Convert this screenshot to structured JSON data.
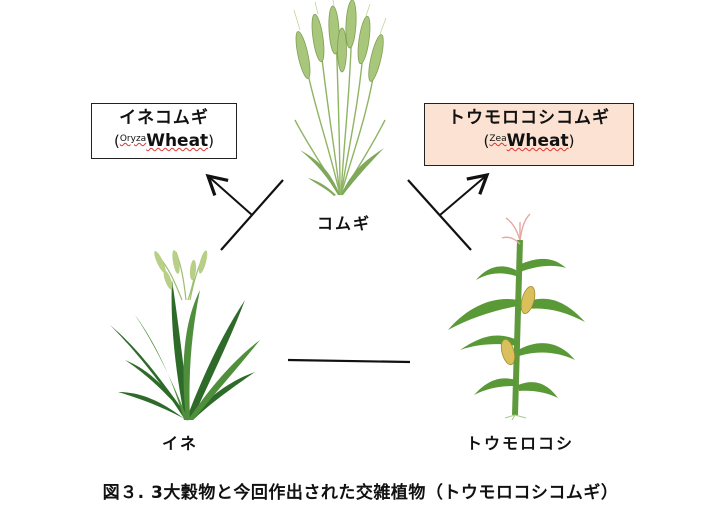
{
  "hybrids": {
    "left": {
      "name": "イネコムギ",
      "prefix": "Oryza",
      "suffix": "Wheat",
      "bg": "#ffffff"
    },
    "right": {
      "name": "トウモロコシコムギ",
      "prefix": "Zea",
      "suffix": "Wheat",
      "bg": "#fbe2d2"
    }
  },
  "plants": {
    "wheat": "コムギ",
    "rice": "イネ",
    "corn": "トウモロコシ"
  },
  "caption": "図３. 3大穀物と今回作出された交雑植物（トウモロコシコムギ）",
  "colors": {
    "line": "#111111",
    "leaf_dark": "#2e6b2a",
    "leaf_light": "#6fa84a",
    "wheat": "#a9c77a"
  }
}
